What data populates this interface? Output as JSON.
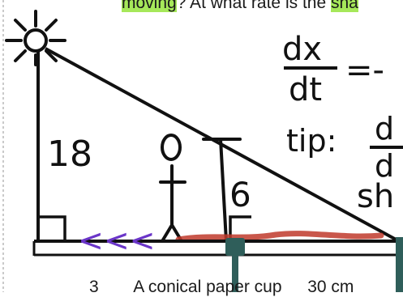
{
  "header": {
    "word_highlighted": "moving",
    "text_middle": "? At what rate is the ",
    "word_highlighted_2": "sha"
  },
  "footer": {
    "problem_number": "3",
    "problem_text": "A conical paper cup",
    "problem_text_2": "30 cm"
  },
  "diagram": {
    "light_height": "18",
    "person_height": "6",
    "arrows": "<<<"
  },
  "notes": {
    "rate_numerator": "dx",
    "rate_denominator": "dt",
    "rate_equals": "=-",
    "tip_label": "tip:",
    "tip_numerator": "d",
    "tip_denominator": "d",
    "shadow_label": "sh"
  },
  "colors": {
    "highlight": "#a6e85a",
    "ink": "#111111",
    "arrow": "#6a35c8",
    "shadow": "#c0392b"
  }
}
